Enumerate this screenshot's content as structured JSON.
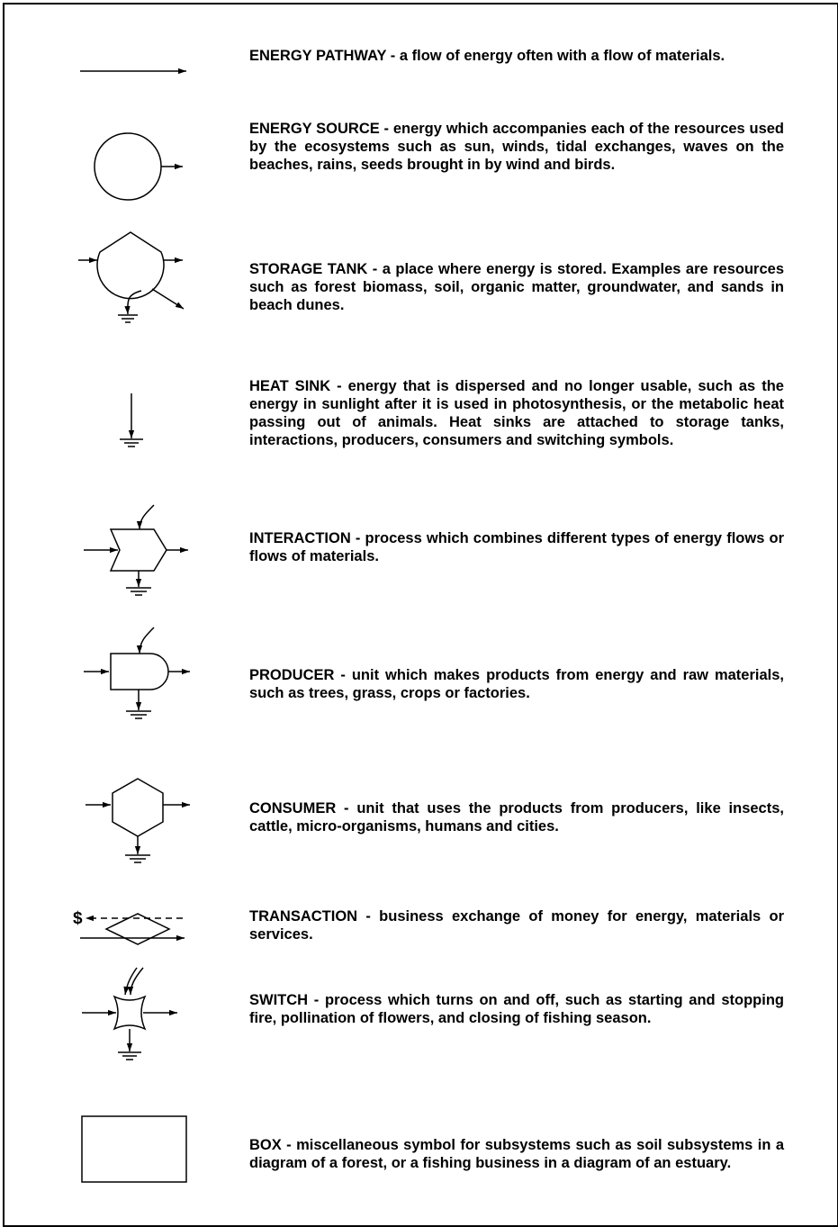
{
  "entries": [
    {
      "icon": "energy-pathway-icon",
      "term": "ENERGY PATHWAY",
      "sep": " - ",
      "definition": "a flow of energy often with a flow of materials."
    },
    {
      "icon": "energy-source-icon",
      "term": "ENERGY SOURCE",
      "sep": " - ",
      "definition": "energy which accompanies each of the resources used by the ecosystems such as sun, winds, tidal exchanges, waves on the beaches, rains, seeds brought in by wind and birds."
    },
    {
      "icon": "storage-tank-icon",
      "term": "STORAGE TANK",
      "sep": " - ",
      "definition": "a place where energy is stored. Examples are resources such as forest biomass, soil, organic matter, groundwater, and sands in beach dunes."
    },
    {
      "icon": "heat-sink-icon",
      "term": "HEAT SINK",
      "sep": " - ",
      "definition": "energy that is dispersed and no longer usable, such as the energy in sunlight after it is used in photosynthesis, or the metabolic heat passing out of animals. Heat sinks are attached to storage tanks, interactions, producers, consumers and switching symbols."
    },
    {
      "icon": "interaction-icon",
      "term": "INTERACTION",
      "sep": " - ",
      "definition": "process which combines different types of energy flows or flows of materials."
    },
    {
      "icon": "producer-icon",
      "term": "PRODUCER",
      "sep": " - ",
      "definition": "unit which makes products from energy and raw materials, such as trees, grass, crops or factories."
    },
    {
      "icon": "consumer-icon",
      "term": "CONSUMER",
      "sep": " - ",
      "definition": "unit that uses the products from producers, like insects, cattle, micro-organisms, humans and cities."
    },
    {
      "icon": "transaction-icon",
      "term": "TRANSACTION",
      "sep": " - ",
      "definition": "business exchange of money for energy, materials or services.",
      "symbol_text": "$"
    },
    {
      "icon": "switch-icon",
      "term": "SWITCH",
      "sep": " - ",
      "definition": "process which turns on and off, such as starting and stopping fire, pollination of flowers, and closing of fishing season."
    },
    {
      "icon": "box-icon",
      "term": "BOX",
      "sep": " - ",
      "definition": "miscellaneous symbol for subsystems such as soil subsystems in a diagram of a forest, or a fishing business in a diagram of an estuary."
    }
  ]
}
